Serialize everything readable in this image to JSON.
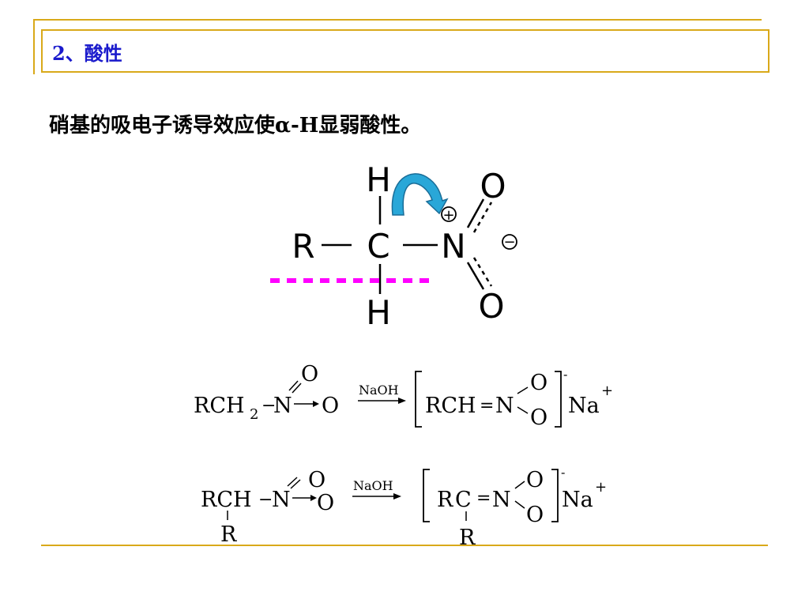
{
  "slide": {
    "heading": "2、酸性",
    "statement": "硝基的吸电子诱导效应使α-H显弱酸性。"
  },
  "structure": {
    "h_top": "H",
    "r": "R",
    "c": "C",
    "n": "N",
    "o_top": "O",
    "o_bottom": "O",
    "h_bottom": "H",
    "plus": "+",
    "minus": "−"
  },
  "reaction1": {
    "reactant": "RCH",
    "sub": "2",
    "bond": "−",
    "n": "N",
    "o_top": "O",
    "o_right": "O",
    "reagent": "NaOH",
    "product": "RCH",
    "dbl": "=",
    "prod_n": "N",
    "prod_o_top": "O",
    "prod_o_bottom": "O",
    "charge": "-",
    "counter": "Na",
    "counter_charge": "+"
  },
  "reaction2": {
    "reactant": "RCH",
    "bond": "−",
    "n": "N",
    "o_top": "O",
    "o_right": "O",
    "r_sub": "R",
    "reagent": "NaOH",
    "prod_r": "R",
    "prod_c": "C",
    "dbl": "=",
    "prod_n": "N",
    "prod_o_top": "O",
    "prod_o_bottom": "O",
    "prod_r_sub": "R",
    "charge": "-",
    "counter": "Na",
    "counter_charge": "+"
  },
  "colors": {
    "accent_rule": "#d9a91a",
    "heading": "#1a1acc",
    "dashed_line": "#ff00ff",
    "arrow_fill": "#29a7d8",
    "arrow_stroke": "#1a6d98"
  }
}
